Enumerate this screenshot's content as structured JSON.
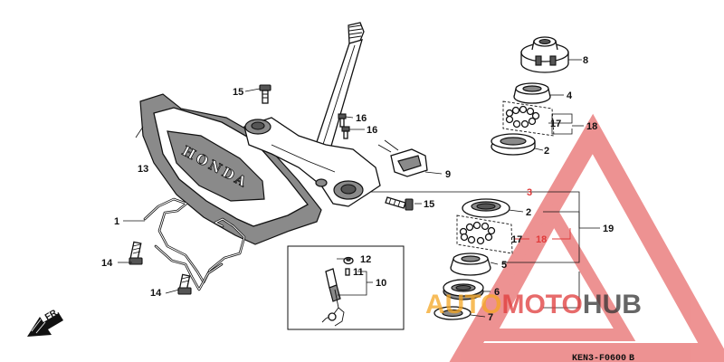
{
  "callouts": {
    "c1": "1",
    "c2a": "2",
    "c2b": "2",
    "c3": "3",
    "c4": "4",
    "c5": "5",
    "c6": "6",
    "c7": "7",
    "c8": "8",
    "c9": "9",
    "c10": "10",
    "c11": "11",
    "c12": "12",
    "c13": "13",
    "c14a": "14",
    "c14b": "14",
    "c15a": "15",
    "c15b": "15",
    "c16a": "16",
    "c16b": "16",
    "c17a": "17",
    "c17b": "17",
    "c18a": "18",
    "c18b": "18",
    "c19": "19"
  },
  "emblem_text": "HONDA",
  "direction_label": "FR.",
  "diagram_code": "KEN3-F0600",
  "diagram_code_suffix": "B",
  "watermark": {
    "part1": "AUTO",
    "part2": "MOTO",
    "part3": "HUB",
    "color_orange": "#f5a623",
    "color_red": "#e03a3a",
    "color_dark": "#333333"
  }
}
